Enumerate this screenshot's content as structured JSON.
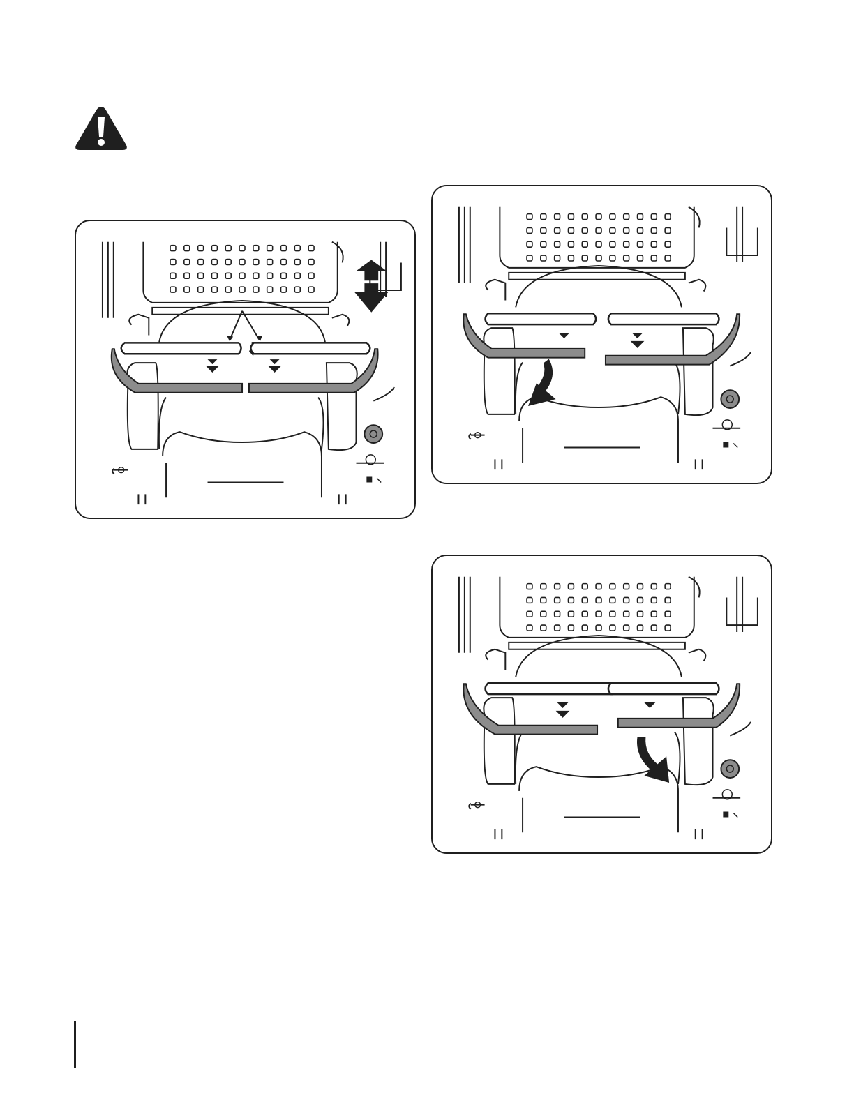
{
  "page": {
    "warning_icon": "warning-triangle-icon",
    "figures": [
      {
        "id": "seat-adjust-lever",
        "icon": "up-down-arrow-icon"
      },
      {
        "id": "left-control-lever-down",
        "icon": "curved-arrow-left-icon"
      },
      {
        "id": "right-control-lever-down",
        "icon": "curved-arrow-right-icon"
      }
    ],
    "colors": {
      "line": "#1f1f1f",
      "lever_gray": "#8c8c8c",
      "bg": "#ffffff"
    }
  }
}
